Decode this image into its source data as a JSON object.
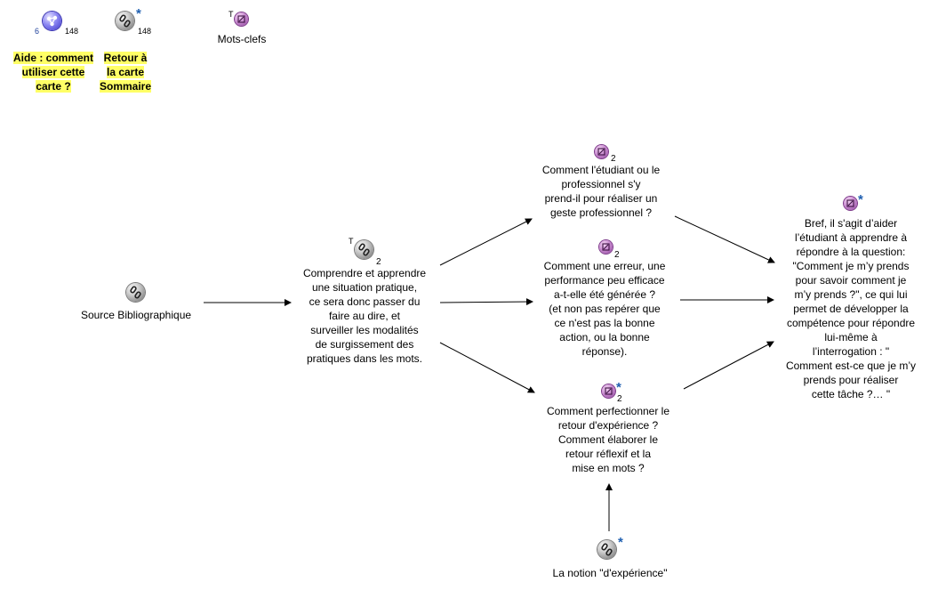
{
  "nodes": {
    "aide": {
      "label": "Aide : comment\nutiliser cette\ncarte ?",
      "count_left": "6",
      "count_right": "148",
      "icon": "concept-map-icon"
    },
    "retour": {
      "label": "Retour à\nla carte\nSommaire",
      "count_right": "148",
      "star": "*",
      "icon": "link-icon"
    },
    "motsclefs": {
      "label": "Mots-clefs",
      "t": "T",
      "icon": "note-icon"
    },
    "source": {
      "label": "Source Bibliographique",
      "icon": "link-icon"
    },
    "comprendre": {
      "label": "Comprendre et apprendre\nune situation pratique,\nce sera donc passer du\nfaire au dire, et\nsurveiller les modalités\nde surgissement des\npratiques dans les mots.",
      "t": "T",
      "sub": "2",
      "icon": "link-icon"
    },
    "comment_etudiant": {
      "label": "Comment l'étudiant ou le\nprofessionnel s'y\nprend-il pour réaliser un\ngeste professionnel ?",
      "sub": "2",
      "icon": "note-icon"
    },
    "comment_erreur": {
      "label": "Comment une erreur, une\nperformance peu efficace\na-t-elle été générée ?\n(et non pas  repérer que\nce n'est pas la bonne\naction, ou la bonne\nréponse).",
      "sub": "2",
      "icon": "note-icon"
    },
    "comment_perfectionner": {
      "label": "Comment perfectionner le\nretour d'expérience ?\nComment élaborer le\nretour réflexif et la\nmise en mots ?",
      "sub": "2",
      "star": "*",
      "icon": "note-icon"
    },
    "notion": {
      "label": "La notion \"d'expérience\"",
      "star": "*",
      "icon": "link-icon"
    },
    "bref": {
      "label": "Bref, il s'agit d’aider\nl’étudiant à apprendre à\nrépondre à la question:\n\"Comment je m’y prends\npour savoir comment je\nm’y prends ?\", ce qui lui\npermet de développer la\ncompétence pour répondre\nlui-même à\nl’interrogation : \"\nComment est-ce que je m’y\nprends pour réaliser\ncette tâche ?… \"",
      "star": "*",
      "icon": "note-icon"
    }
  },
  "colors": {
    "highlight": "#ffff66",
    "star": "#1f5fb0",
    "arrow": "#000000"
  }
}
